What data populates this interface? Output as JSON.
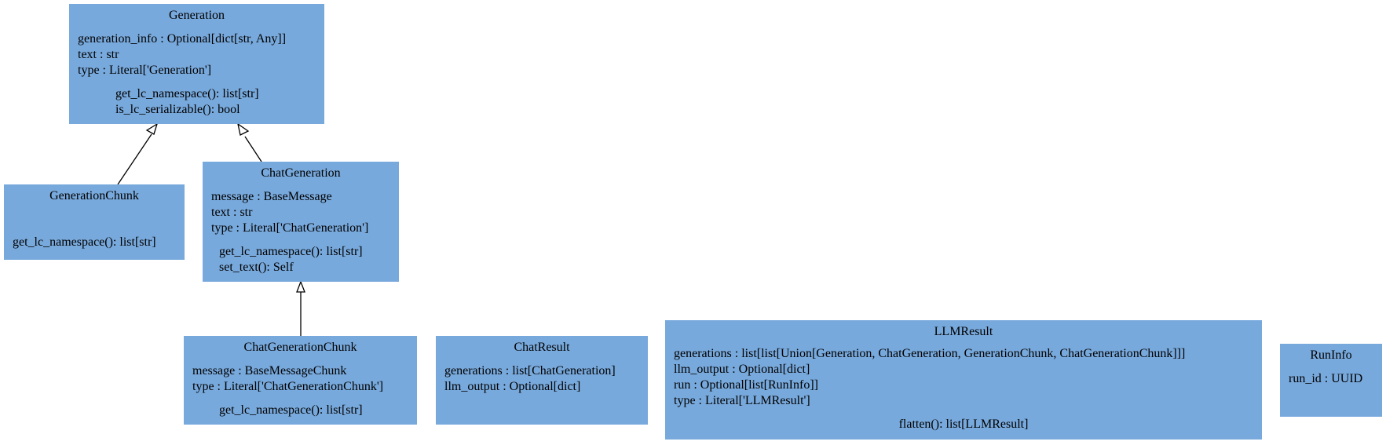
{
  "classes": {
    "generation": {
      "name": "Generation",
      "attributes": [
        "generation_info : Optional[dict[str, Any]]",
        "text : str",
        "type : Literal['Generation']"
      ],
      "methods": [
        "get_lc_namespace(): list[str]",
        "is_lc_serializable(): bool"
      ]
    },
    "generation_chunk": {
      "name": "GenerationChunk",
      "attributes": [],
      "methods": [
        "get_lc_namespace(): list[str]"
      ]
    },
    "chat_generation": {
      "name": "ChatGeneration",
      "attributes": [
        "message : BaseMessage",
        "text : str",
        "type : Literal['ChatGeneration']"
      ],
      "methods": [
        "get_lc_namespace(): list[str]",
        "set_text(): Self"
      ]
    },
    "chat_generation_chunk": {
      "name": "ChatGenerationChunk",
      "attributes": [
        "message : BaseMessageChunk",
        "type : Literal['ChatGenerationChunk']"
      ],
      "methods": [
        "get_lc_namespace(): list[str]"
      ]
    },
    "chat_result": {
      "name": "ChatResult",
      "attributes": [
        "generations : list[ChatGeneration]",
        "llm_output : Optional[dict]"
      ],
      "methods": []
    },
    "llm_result": {
      "name": "LLMResult",
      "attributes": [
        "generations : list[list[Union[Generation, ChatGeneration, GenerationChunk, ChatGenerationChunk]]]",
        "llm_output : Optional[dict]",
        "run : Optional[list[RunInfo]]",
        "type : Literal['LLMResult']"
      ],
      "methods": [
        "flatten(): list[LLMResult]"
      ]
    },
    "run_info": {
      "name": "RunInfo",
      "attributes": [
        "run_id : UUID"
      ],
      "methods": []
    }
  },
  "inheritance": [
    {
      "child": "GenerationChunk",
      "parent": "Generation"
    },
    {
      "child": "ChatGeneration",
      "parent": "Generation"
    },
    {
      "child": "ChatGenerationChunk",
      "parent": "ChatGeneration"
    }
  ],
  "colors": {
    "node_fill": "#78a9dc",
    "edge": "#000000"
  }
}
